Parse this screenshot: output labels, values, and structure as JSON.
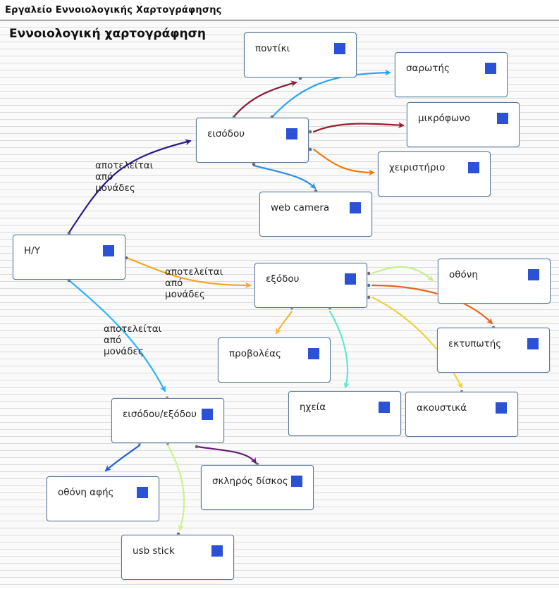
{
  "app": {
    "title": "Εργαλείο Εννοιολογικής Χαρτογράφησης"
  },
  "map": {
    "title": "Εννοιολογική χαρτογράφηση"
  },
  "nodes": {
    "hy": "H/Y",
    "eisodou": "εισόδου",
    "exodou": "εξόδου",
    "eisodou_exodou": "εισόδου/εξόδου",
    "pontiki": "ποντίκι",
    "sarotis": "σαρωτής",
    "mikrofono": "μικρόφωνο",
    "xeiristirio": "χειριστήριο",
    "webcamera": "web camera",
    "othoni": "οθόνη",
    "ektypotis": "εκτυπωτής",
    "provoleas": "προβολέας",
    "ixeia": "ηχεία",
    "akoustika": "ακουστικά",
    "othoni_afis": "οθόνη αφής",
    "sklyros_diskos": "σκληρός δίσκος",
    "usb_stick": "usb stick"
  },
  "edge_labels": {
    "to_eisodou": [
      "αποτελείται",
      "από",
      "μονάδες"
    ],
    "to_exodou": [
      "αποτελείται",
      "από",
      "μονάδες"
    ],
    "to_eisodou_exodou": [
      "αποτελείται",
      "από",
      "μονάδες"
    ]
  },
  "colors": {
    "node_handle": "#2b52d6",
    "node_border": "#5b7a9a",
    "hy_to_eisodou": "#2a1a8c",
    "hy_to_exodou": "#f5a623",
    "hy_to_eisodou_exodou": "#29b6f6",
    "to_pontiki": "#8e1d3b",
    "to_sarotis": "#2aa3f0",
    "to_mikrofono": "#9a1b2e",
    "to_xeiristirio": "#ef7a12",
    "to_webcamera": "#2c8fe8",
    "to_othoni": "#c5f08a",
    "to_ektypotis": "#e8641a",
    "to_provoleas": "#f7b733",
    "to_ixeia": "#5fe8cf",
    "to_akoustika": "#f2d13a",
    "to_othoni_afis": "#1f5fd6",
    "to_sklyros_diskos": "#6a1b7a",
    "to_usb_stick": "#c8f58a"
  }
}
